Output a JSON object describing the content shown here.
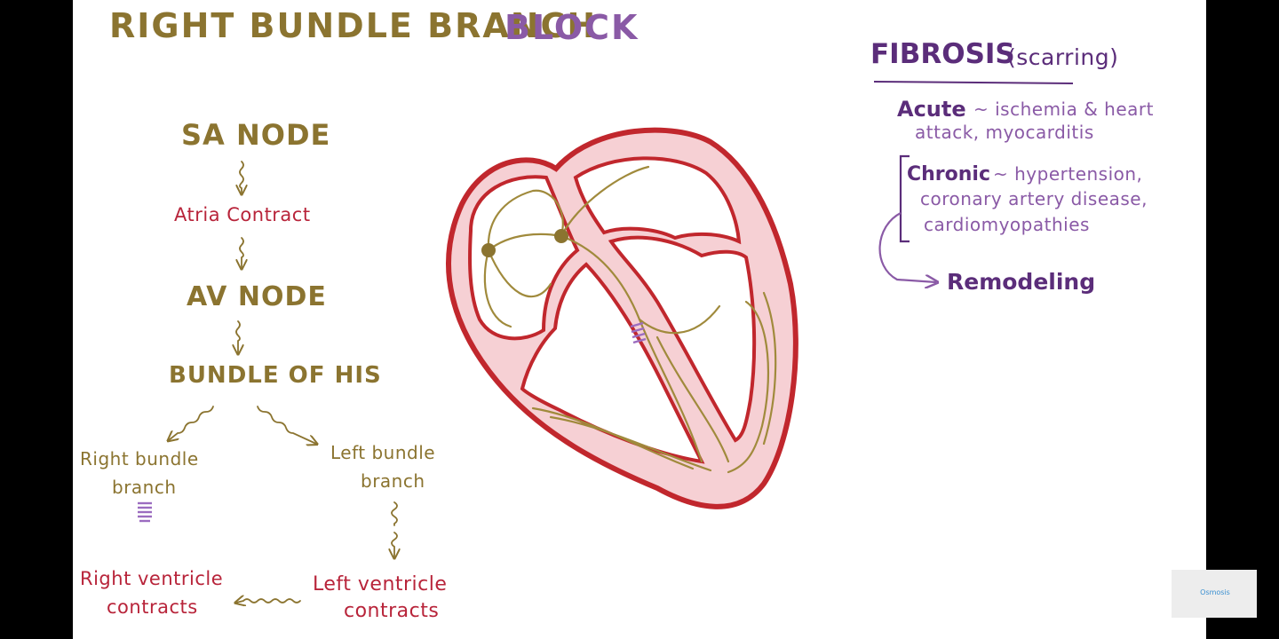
{
  "title": {
    "part1": "RIGHT BUNDLE BRANCH",
    "part2": "BLOCK"
  },
  "flow": {
    "sa_node": "SA NODE",
    "atria_contract": "Atria Contract",
    "av_node": "AV NODE",
    "bundle_of_his": "BUNDLE OF HIS",
    "right_bundle_line1": "Right bundle",
    "right_bundle_line2": "branch",
    "left_bundle_line1": "Left bundle",
    "left_bundle_line2": "branch",
    "rv_contracts_line1": "Right ventricle",
    "rv_contracts_line2": "contracts",
    "lv_contracts_line1": "Left ventricle",
    "lv_contracts_line2": "contracts"
  },
  "fibrosis": {
    "heading": "FIBROSIS",
    "subheading": "(scarring)",
    "acute_label": "Acute",
    "acute_desc_line1": "~ ischemia & heart",
    "acute_desc_line2": "attack, myocarditis",
    "chronic_label": "Chronic",
    "chronic_desc_line1": "~ hypertension,",
    "chronic_desc_line2": "coronary artery disease,",
    "chronic_desc_line3": "cardiomyopathies",
    "remodeling": "Remodeling"
  },
  "logo": {
    "text": "Osmosis"
  },
  "colors": {
    "gold": "#8b7430",
    "red": "#b8243a",
    "purple": "#8a5aa6",
    "heart_wall": "#f6d0d4",
    "heart_outline": "#c1272d"
  }
}
